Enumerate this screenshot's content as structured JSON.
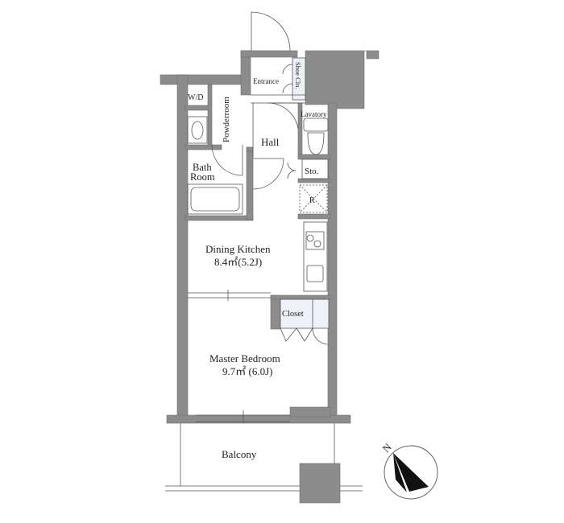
{
  "rooms": {
    "entrance": "Entrance",
    "shoe_closet": "Shoe Clo.",
    "wd": "W/D",
    "powderroom": "Powderroom",
    "lavatory": "Lavatory",
    "hall": "Hall",
    "bath_line1": "Bath",
    "bath_line2": "Room",
    "storage": "Sto.",
    "refrigerator": "R",
    "dining_kitchen": "Dining Kitchen",
    "dining_kitchen_area": "8.4㎡(5.2J)",
    "closet": "Closet",
    "master_bedroom": "Master Bedroom",
    "master_bedroom_area": "9.7㎡ (6.0J)",
    "balcony": "Balcony"
  },
  "compass": {
    "label": "N"
  },
  "colors": {
    "wall": "#8c8c8c",
    "wall_edge": "#6e6e6e",
    "storage_fill": "#eef2f8",
    "line": "#555555",
    "text": "#222222"
  }
}
